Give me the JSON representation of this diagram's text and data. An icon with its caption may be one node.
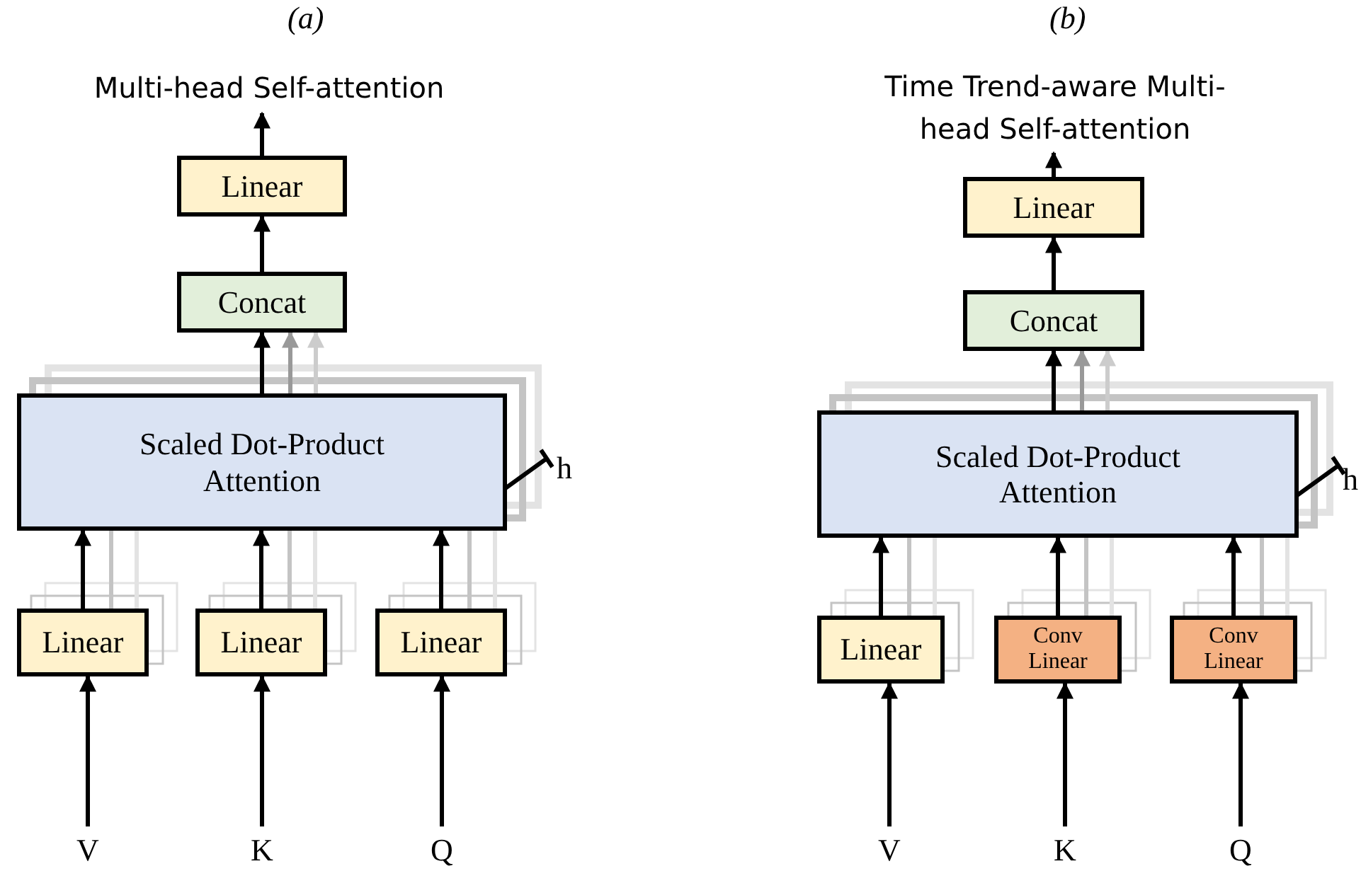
{
  "diagram": {
    "nodes": [
      {
        "text": [
          "Multi-head Self-attention"
        ]
      },
      {
        "text": [
          "Linear"
        ]
      },
      {
        "text": [
          "Concat"
        ]
      },
      {
        "text": [
          "Scaled Dot-Product Attention"
        ]
      },
      {
        "text": [
          "Linear"
        ]
      },
      {
        "text": [
          "Linear"
        ]
      },
      {
        "text": [
          "Linear"
        ]
      },
      {
        "text": [
          "V"
        ]
      },
      {
        "text": [
          "K"
        ]
      },
      {
        "text": [
          "Q"
        ]
      },
      {
        "text": [
          "Time Trend-aware Multi-head Self-attention"
        ]
      },
      {
        "text": [
          "Linear"
        ]
      },
      {
        "text": [
          "Concat"
        ]
      },
      {
        "text": [
          "Scaled Dot-Product Attention"
        ]
      },
      {
        "text": [
          "Linear"
        ]
      },
      {
        "text": [
          "Conv Linear"
        ]
      },
      {
        "text": [
          "Conv Linear"
        ]
      },
      {
        "text": [
          "V"
        ]
      },
      {
        "text": [
          "K"
        ]
      },
      {
        "text": [
          "Q"
        ]
      }
    ],
    "edges": [
      {
        "from": 7,
        "to": 4,
        "arrow": "to"
      },
      {
        "from": 8,
        "to": 5,
        "arrow": "to"
      },
      {
        "from": 9,
        "to": 6,
        "arrow": "to"
      },
      {
        "from": 4,
        "to": 3,
        "arrow": "to"
      },
      {
        "from": 5,
        "to": 3,
        "arrow": "to"
      },
      {
        "from": 6,
        "to": 3,
        "arrow": "to"
      },
      {
        "from": 3,
        "to": 2,
        "arrow": "to"
      },
      {
        "from": 2,
        "to": 1,
        "arrow": "to"
      },
      {
        "from": 1,
        "to": 0,
        "arrow": "to"
      },
      {
        "from": 17,
        "to": 14,
        "arrow": "to"
      },
      {
        "from": 18,
        "to": 15,
        "arrow": "to"
      },
      {
        "from": 19,
        "to": 16,
        "arrow": "to"
      },
      {
        "from": 14,
        "to": 13,
        "arrow": "to"
      },
      {
        "from": 15,
        "to": 13,
        "arrow": "to"
      },
      {
        "from": 16,
        "to": 13,
        "arrow": "to"
      },
      {
        "from": 13,
        "to": 12,
        "arrow": "to"
      },
      {
        "from": 12,
        "to": 11,
        "arrow": "to"
      },
      {
        "from": 11,
        "to": 10,
        "arrow": "to"
      },
      {
        "from": 4,
        "to": 3,
        "arrow": "none",
        "color": "#c4c4c4"
      },
      {
        "from": 5,
        "to": 3,
        "arrow": "none",
        "color": "#c4c4c4"
      },
      {
        "from": 6,
        "to": 3,
        "arrow": "none",
        "color": "#c4c4c4"
      },
      {
        "from": 4,
        "to": 3,
        "arrow": "none",
        "color": "#e3e3e3"
      },
      {
        "from": 5,
        "to": 3,
        "arrow": "none",
        "color": "#e3e3e3"
      },
      {
        "from": 6,
        "to": 3,
        "arrow": "none",
        "color": "#e3e3e3"
      },
      {
        "from": 3,
        "to": 2,
        "arrow": "to",
        "color": "#999999"
      },
      {
        "from": 3,
        "to": 2,
        "arrow": "to",
        "color": "#cccccc"
      },
      {
        "from": 14,
        "to": 13,
        "arrow": "none",
        "color": "#c4c4c4"
      },
      {
        "from": 15,
        "to": 13,
        "arrow": "none",
        "color": "#c4c4c4"
      },
      {
        "from": 16,
        "to": 13,
        "arrow": "none",
        "color": "#c4c4c4"
      },
      {
        "from": 14,
        "to": 13,
        "arrow": "none",
        "color": "#e3e3e3"
      },
      {
        "from": 15,
        "to": 13,
        "arrow": "none",
        "color": "#e3e3e3"
      },
      {
        "from": 16,
        "to": 13,
        "arrow": "none",
        "color": "#e3e3e3"
      },
      {
        "from": 13,
        "to": 12,
        "arrow": "to",
        "color": "#999999"
      },
      {
        "from": 13,
        "to": 12,
        "arrow": "to",
        "color": "#cccccc"
      }
    ],
    "labels": [
      "(a)",
      "(b)",
      "h",
      "h"
    ]
  }
}
